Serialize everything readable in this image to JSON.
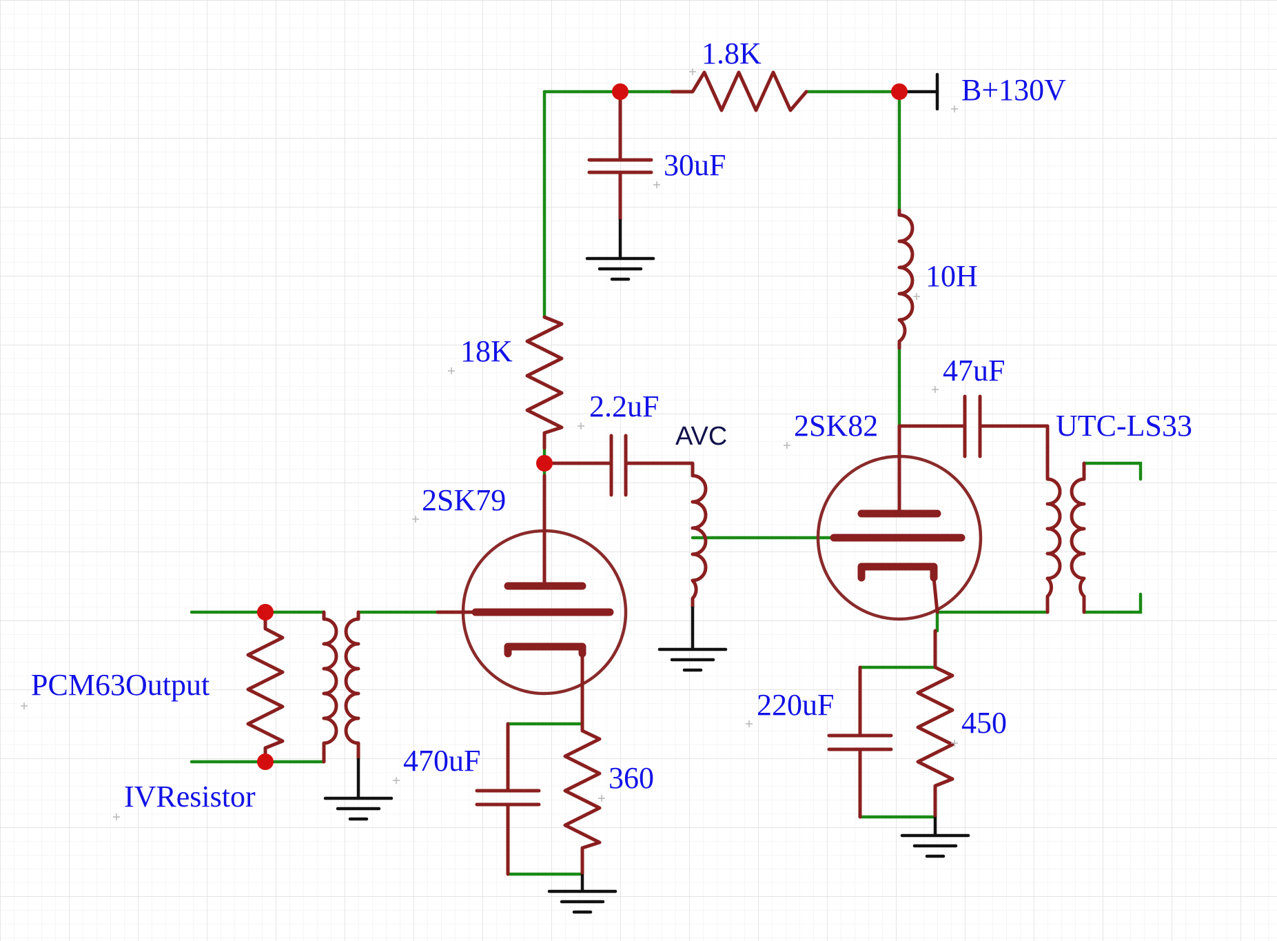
{
  "labels": {
    "r_supply": "1.8K",
    "supply": "B+130V",
    "c_filter": "30uF",
    "choke": "10H",
    "r_plate1": "18K",
    "c_couple1": "2.2uF",
    "avc": "AVC",
    "tube1": "2SK79",
    "tube2": "2SK82",
    "c_couple2": "47uF",
    "output_transformer": "UTC-LS33",
    "source": "PCM63Output",
    "iv_resistor": "IVResistor",
    "c_cathode1": "470uF",
    "r_cathode1": "360",
    "c_cathode2": "220uF",
    "r_cathode2": "450"
  },
  "colors": {
    "wire": "#1a8a16",
    "component": "#8a1f1f",
    "junction": "#d40e0e",
    "label": "#1212e6",
    "ground": "#111111",
    "grid": "#e3e3e3"
  }
}
